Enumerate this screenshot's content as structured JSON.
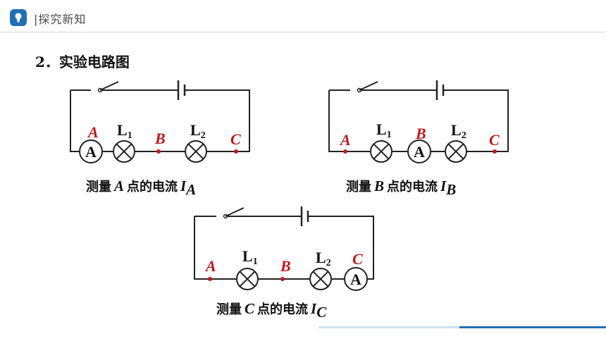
{
  "header": {
    "section_label": "|探究新知",
    "logo_icon": "lightbulb-icon",
    "accent": "#1f6fb5"
  },
  "heading": "2．实验电路图",
  "colors": {
    "point_label": "#c0171d",
    "wire": "#222222"
  },
  "circuits": [
    {
      "point_labels": [
        "A",
        "B",
        "C"
      ],
      "lamp_labels": [
        {
          "letter": "L",
          "sub": "1"
        },
        {
          "letter": "L",
          "sub": "2"
        }
      ],
      "ammeter": "A",
      "caption_prefix": "测量",
      "caption_var": "A",
      "caption_mid": "点的电流",
      "caption_cur": "I",
      "caption_sub": "A"
    },
    {
      "point_labels": [
        "A",
        "B",
        "C"
      ],
      "lamp_labels": [
        {
          "letter": "L",
          "sub": "1"
        },
        {
          "letter": "L",
          "sub": "2"
        }
      ],
      "ammeter": "A",
      "caption_prefix": "测量",
      "caption_var": "B",
      "caption_mid": "点的电流",
      "caption_cur": "I",
      "caption_sub": "B"
    },
    {
      "point_labels": [
        "A",
        "B",
        "C"
      ],
      "lamp_labels": [
        {
          "letter": "L",
          "sub": "1"
        },
        {
          "letter": "L",
          "sub": "2"
        }
      ],
      "ammeter": "A",
      "caption_prefix": "测量",
      "caption_var": "C",
      "caption_mid": "点的电流",
      "caption_cur": "I",
      "caption_sub": "C"
    }
  ]
}
